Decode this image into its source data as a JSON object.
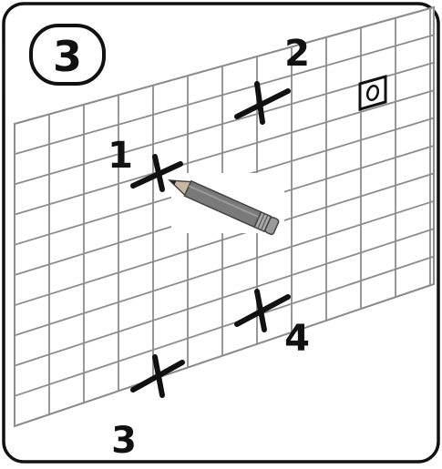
{
  "step": {
    "number": "3"
  },
  "marks": [
    {
      "label": "1"
    },
    {
      "label": "2"
    },
    {
      "label": "3"
    },
    {
      "label": "4"
    }
  ],
  "wall_icon": {
    "name": "outlet-icon",
    "glyph": "O"
  },
  "tool": {
    "name": "pencil-icon"
  },
  "colors": {
    "grid": "#8c8c8c",
    "ink": "#111111",
    "pencil": "#7a7a7a"
  }
}
